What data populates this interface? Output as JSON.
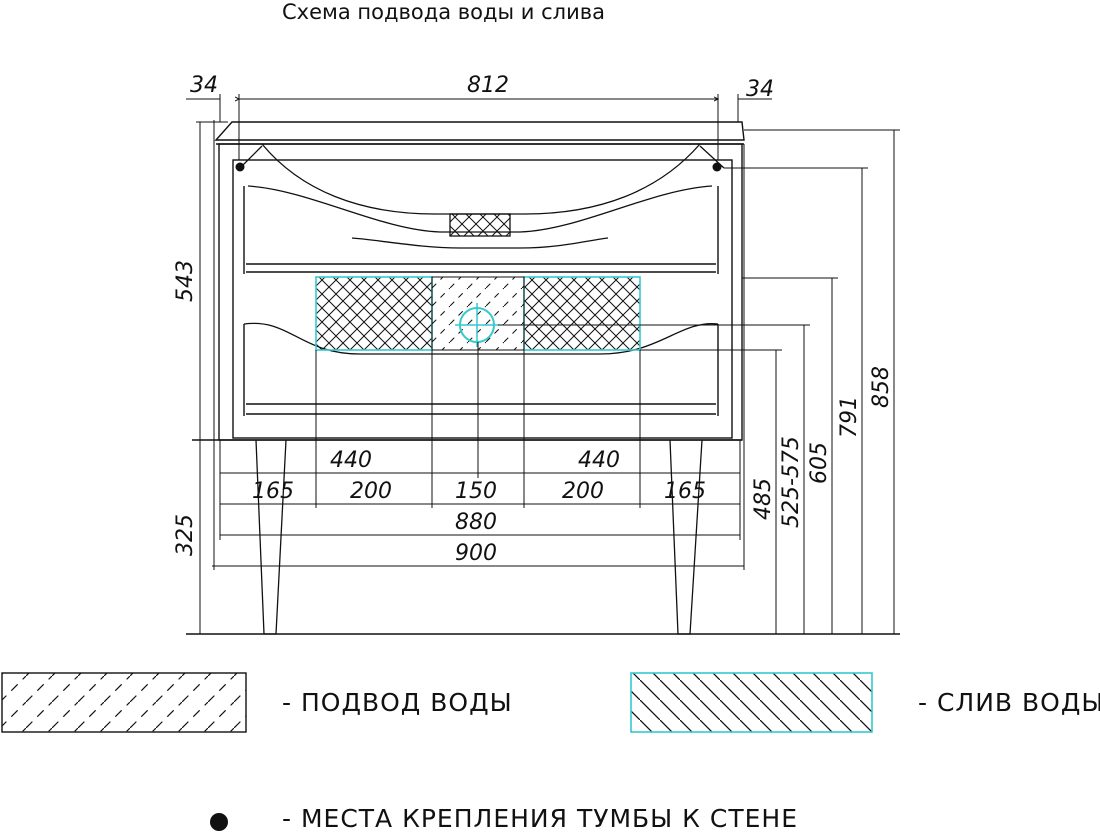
{
  "title": "Схема подвода воды и слива",
  "dimensions": {
    "top_left": "34",
    "top_center": "812",
    "top_right": "34",
    "left_upper": "543",
    "left_lower": "325",
    "span_left": "440",
    "span_right": "440",
    "seg_1": "165",
    "seg_2": "200",
    "seg_3": "150",
    "seg_4": "200",
    "seg_5": "165",
    "total_inner": "880",
    "total_outer": "900",
    "v_485": "485",
    "v_525_575": "525-575",
    "v_605": "605",
    "v_791": "791",
    "v_858": "858"
  },
  "legend": {
    "water_supply": "- ПОДВОД  ВОДЫ",
    "drain": "- СЛИВ  ВОДЫ",
    "mount_points": "- МЕСТА  КРЕПЛЕНИЯ  ТУМБЫ  К  СТЕНЕ"
  },
  "colors": {
    "line": "#111111",
    "drain_outline": "#35c9cf"
  }
}
